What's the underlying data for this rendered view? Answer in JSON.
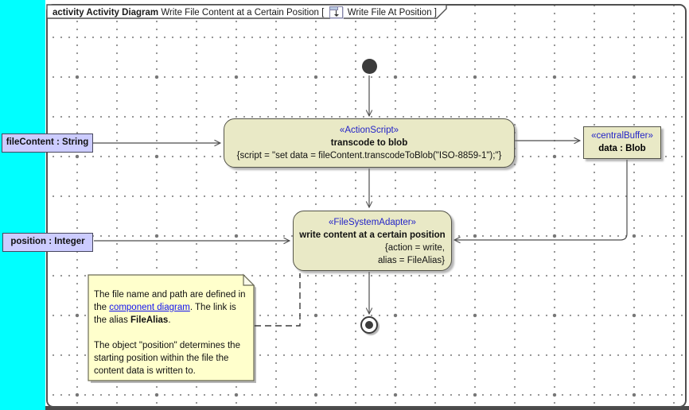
{
  "frame": {
    "title_bold": "activity Activity Diagram",
    "title_mid": " Write File Content at a Certain Position [ ",
    "title_end": " Write File At Position ]",
    "icon": "activity-diagram-icon"
  },
  "colors": {
    "canvas_background": "#00ffff",
    "node_fill": "#e9e9c6",
    "stereotype_text": "#2323c8",
    "object_node_fill": "#ccccff",
    "note_fill": "#ffffcc",
    "link_text": "#1212ee"
  },
  "nodes": {
    "transcode": {
      "stereotype": "«ActionScript»",
      "name": "transcode to blob",
      "tag": "{script = \"set data = fileContent.transcodeToBlob(\"ISO-8859-1\");\"}"
    },
    "write": {
      "stereotype": "«FileSystemAdapter»",
      "name": "write content at a certain position",
      "tag1": "{action = write,",
      "tag2": "alias = FileAlias}"
    },
    "buffer": {
      "stereotype": "«centralBuffer»",
      "name": "data : Blob"
    },
    "file_content_pin": {
      "label": "fileContent : String"
    },
    "position_pin": {
      "label": "position : Integer"
    }
  },
  "note": {
    "p1a": "The file name and path are defined in the ",
    "link": "component diagram",
    "p1b": ". The link is the alias ",
    "bold": "FileAlias",
    "p1c": ".",
    "p2": "The object \"position\" determines the starting position within the file the content data is written to."
  }
}
